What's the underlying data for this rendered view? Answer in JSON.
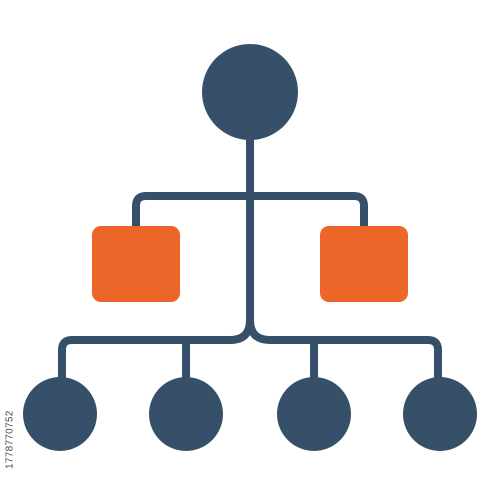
{
  "colors": {
    "node_dark": "#37506A",
    "node_accent": "#EC6529",
    "connector": "#37506A",
    "background": "#FFFFFF"
  },
  "diagram": {
    "type": "hierarchy",
    "levels": [
      {
        "level": 1,
        "nodes": [
          {
            "shape": "circle",
            "color_key": "node_dark"
          }
        ]
      },
      {
        "level": 2,
        "nodes": [
          {
            "shape": "rounded-square",
            "color_key": "node_accent"
          },
          {
            "shape": "rounded-square",
            "color_key": "node_accent"
          }
        ]
      },
      {
        "level": 3,
        "nodes": [
          {
            "shape": "circle",
            "color_key": "node_dark"
          },
          {
            "shape": "circle",
            "color_key": "node_dark"
          },
          {
            "shape": "circle",
            "color_key": "node_dark"
          },
          {
            "shape": "circle",
            "color_key": "node_dark"
          }
        ]
      }
    ]
  },
  "watermark": {
    "side_id": "1778770752"
  }
}
